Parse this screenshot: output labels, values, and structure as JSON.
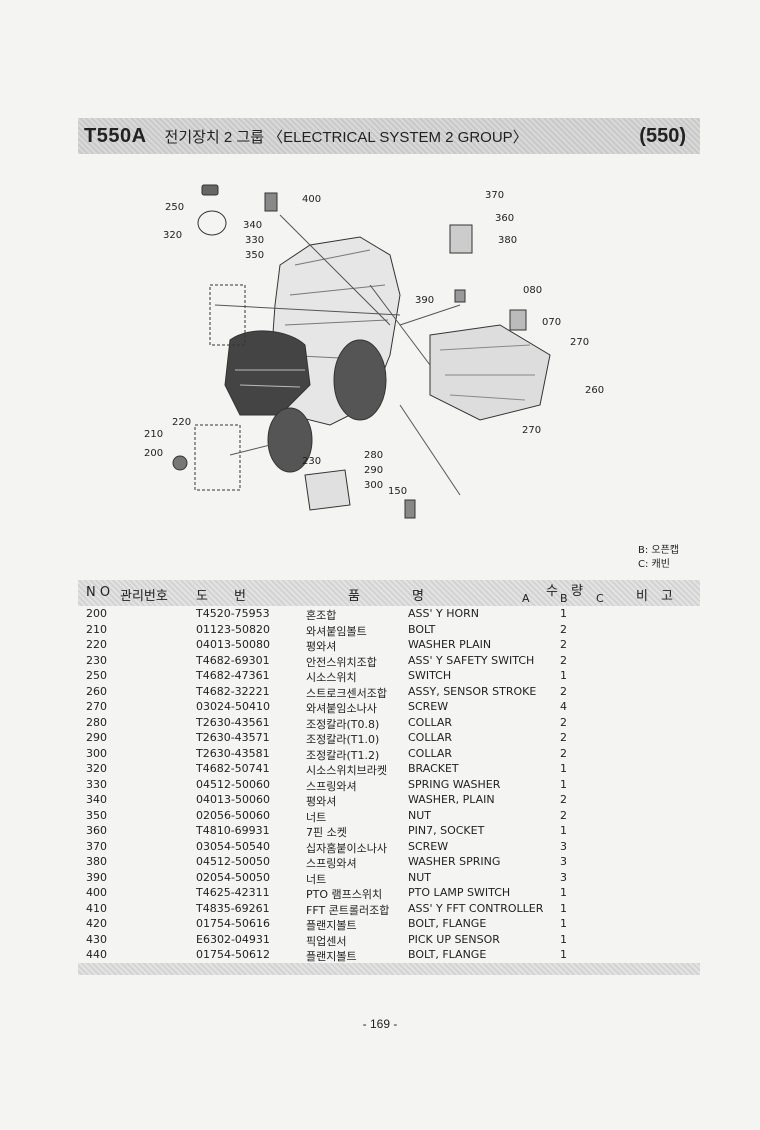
{
  "header": {
    "model": "T550A",
    "title": "전기장치 2 그룹 〈ELECTRICAL SYSTEM 2 GROUP〉",
    "page_code": "(550)"
  },
  "diagram": {
    "callouts": [
      "250",
      "320",
      "340",
      "330",
      "350",
      "400",
      "370",
      "360",
      "380",
      "390",
      "080",
      "070",
      "270",
      "260",
      "270",
      "220",
      "210",
      "200",
      "230",
      "280",
      "290",
      "300",
      "150"
    ]
  },
  "legend": {
    "b": "B: 오픈캡",
    "c": "C: 캐빈"
  },
  "table": {
    "headers": {
      "no": "N O",
      "mgmt": "관리번호",
      "drawing": "도　　번",
      "name": "품　　　　명",
      "qty": "수　량",
      "qty_a": "A",
      "qty_b": "B",
      "qty_c": "C",
      "remark": "비　고"
    },
    "rows": [
      {
        "no": "200",
        "part": "T4520-75953",
        "kor": "혼조합",
        "en": "ASS' Y HORN",
        "qty": "1"
      },
      {
        "no": "210",
        "part": "01123-50820",
        "kor": "와셔붙임볼트",
        "en": "BOLT",
        "qty": "2"
      },
      {
        "no": "220",
        "part": "04013-50080",
        "kor": "평와셔",
        "en": "WASHER PLAIN",
        "qty": "2"
      },
      {
        "no": "230",
        "part": "T4682-69301",
        "kor": "안전스위치조합",
        "en": "ASS' Y SAFETY SWITCH",
        "qty": "2"
      },
      {
        "no": "250",
        "part": "T4682-47361",
        "kor": "시소스위치",
        "en": "SWITCH",
        "qty": "1"
      },
      {
        "no": "260",
        "part": "T4682-32221",
        "kor": "스트로크센서조합",
        "en": "ASSY, SENSOR STROKE",
        "qty": "2"
      },
      {
        "no": "270",
        "part": "03024-50410",
        "kor": "와셔붙임소나사",
        "en": "SCREW",
        "qty": "4"
      },
      {
        "no": "280",
        "part": "T2630-43561",
        "kor": "조정칼라(T0.8)",
        "en": "COLLAR",
        "qty": "2"
      },
      {
        "no": "290",
        "part": "T2630-43571",
        "kor": "조정칼라(T1.0)",
        "en": "COLLAR",
        "qty": "2"
      },
      {
        "no": "300",
        "part": "T2630-43581",
        "kor": "조정칼라(T1.2)",
        "en": "COLLAR",
        "qty": "2"
      },
      {
        "no": "320",
        "part": "T4682-50741",
        "kor": "시소스위치브라켓",
        "en": "BRACKET",
        "qty": "1"
      },
      {
        "no": "330",
        "part": "04512-50060",
        "kor": "스프링와셔",
        "en": "SPRING WASHER",
        "qty": "1"
      },
      {
        "no": "340",
        "part": "04013-50060",
        "kor": "평와셔",
        "en": "WASHER, PLAIN",
        "qty": "2"
      },
      {
        "no": "350",
        "part": "02056-50060",
        "kor": "너트",
        "en": "NUT",
        "qty": "2"
      },
      {
        "no": "360",
        "part": "T4810-69931",
        "kor": "7핀 소켓",
        "en": "PIN7, SOCKET",
        "qty": "1"
      },
      {
        "no": "370",
        "part": "03054-50540",
        "kor": "십자홈붙이소나사",
        "en": "SCREW",
        "qty": "3"
      },
      {
        "no": "380",
        "part": "04512-50050",
        "kor": "스프링와셔",
        "en": "WASHER SPRING",
        "qty": "3"
      },
      {
        "no": "390",
        "part": "02054-50050",
        "kor": "너트",
        "en": "NUT",
        "qty": "3"
      },
      {
        "no": "400",
        "part": "T4625-42311",
        "kor": "PTO 램프스위치",
        "en": "PTO LAMP SWITCH",
        "qty": "1"
      },
      {
        "no": "410",
        "part": "T4835-69261",
        "kor": "FFT 콘트롤러조합",
        "en": "ASS' Y FFT CONTROLLER",
        "qty": "1"
      },
      {
        "no": "420",
        "part": "01754-50616",
        "kor": "플랜지볼트",
        "en": "BOLT, FLANGE",
        "qty": "1"
      },
      {
        "no": "430",
        "part": "E6302-04931",
        "kor": "픽업센서",
        "en": "PICK UP SENSOR",
        "qty": "1"
      },
      {
        "no": "440",
        "part": "01754-50612",
        "kor": "플랜지볼트",
        "en": "BOLT, FLANGE",
        "qty": "1"
      }
    ]
  },
  "footer": {
    "page_number": "- 169 -"
  }
}
